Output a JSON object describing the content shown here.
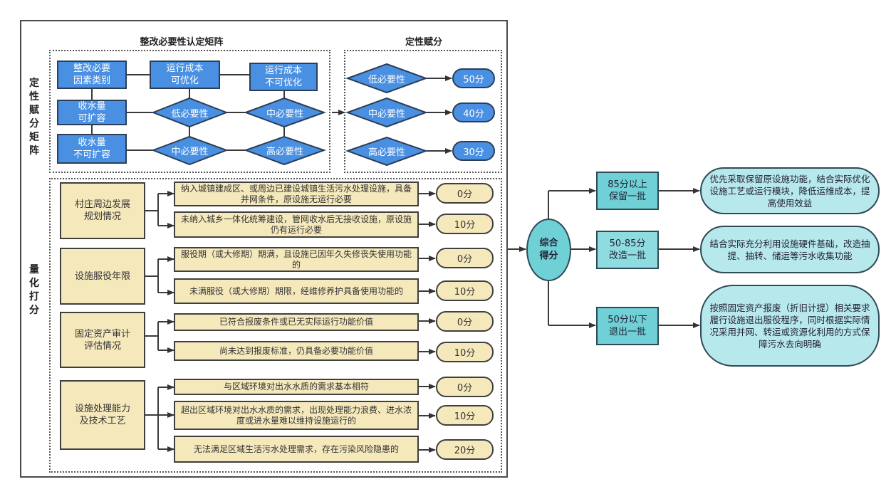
{
  "colors": {
    "blue_fill": "#4a90e2",
    "beige_fill": "#f5e9bc",
    "teal_fill": "#6fd0d6",
    "light_teal_fill": "#b7e8ec",
    "line": "#3f3f3f"
  },
  "qualitative": {
    "side_label": "定性赋分矩阵",
    "matrix_title": "整改必要性认定矩阵",
    "scoring_title": "定性赋分",
    "header_corner": "整改必要\n因素类别",
    "col_headers": [
      "运行成本\n可优化",
      "运行成本\n不可优化"
    ],
    "row_headers": [
      "收水量\n可扩容",
      "收水量\n不可扩容"
    ],
    "cells": [
      [
        "低必要性",
        "中必要性"
      ],
      [
        "中必要性",
        "高必要性"
      ]
    ],
    "scores": [
      {
        "level": "低必要性",
        "score": "50分"
      },
      {
        "level": "中必要性",
        "score": "40分"
      },
      {
        "level": "高必要性",
        "score": "30分"
      }
    ]
  },
  "quantitative": {
    "side_label": "量化打分",
    "factors": [
      {
        "name": "村庄周边发展\n规划情况",
        "conditions": [
          {
            "text": "纳入城镇建成区、或周边已建设城镇生活污水处理设施，具备并网条件，原设施无运行必要",
            "score": "0分"
          },
          {
            "text": "未纳入城乡一体化统筹建设，管网收水后无接收设施，原设施仍有运行必要",
            "score": "10分"
          }
        ]
      },
      {
        "name": "设施服役年限",
        "conditions": [
          {
            "text": "服役期（或大修期）期满，且设施已因年久失修丧失使用功能的",
            "score": "0分"
          },
          {
            "text": "未满服役（或大修期）期限，经维修养护具备使用功能的",
            "score": "10分"
          }
        ]
      },
      {
        "name": "固定资产审计\n评估情况",
        "conditions": [
          {
            "text": "已符合报废条件或已无实际运行功能价值",
            "score": "0分"
          },
          {
            "text": "尚未达到报废标准，仍具备必要功能价值",
            "score": "10分"
          }
        ]
      },
      {
        "name": "设施处理能力\n及技术工艺",
        "conditions": [
          {
            "text": "与区域环境对出水水质的需求基本相符",
            "score": "0分"
          },
          {
            "text": "超出区域环境对出水水质的需求，出现处理能力浪费、进水浓度或进水量难以维持设施运行的",
            "score": "10分"
          },
          {
            "text": "无法满足区域生活污水处理需求，存在污染风险隐患的",
            "score": "20分"
          }
        ]
      }
    ]
  },
  "outcome": {
    "total_label": "综合\n得分",
    "tiers": [
      {
        "range": "85分以上\n保留一批",
        "action": "优先采取保留原设施功能，结合实际优化设施工艺或运行模块，降低运维成本，提高使用效益"
      },
      {
        "range": "50-85分\n改造一批",
        "action": "结合实际充分利用设施硬件基础，改造抽提、抽转、储运等污水收集功能"
      },
      {
        "range": "50分以下\n退出一批",
        "action": "按照固定资产报废（折旧计提）相关要求履行设施退出服役程序，同时根据实际情况采用并网、转运或资源化利用的方式保障污水去向明确"
      }
    ]
  }
}
